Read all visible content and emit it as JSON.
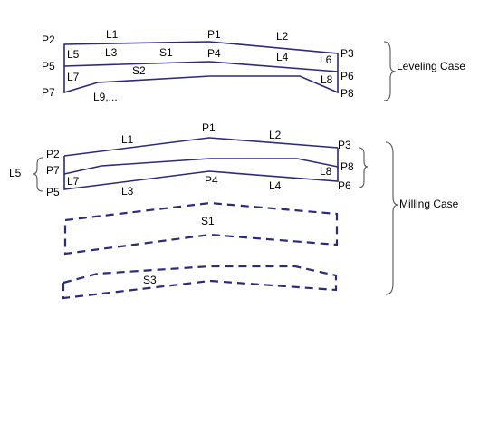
{
  "colors": {
    "line": "#2b2a7e",
    "brace": "#555555",
    "text": "#000000",
    "background": "#ffffff"
  },
  "leveling": {
    "case_label": "Leveling Case",
    "labels": {
      "p1": "P1",
      "p2": "P2",
      "p3": "P3",
      "p4": "P4",
      "p5": "P5",
      "p6": "P6",
      "p7": "P7",
      "p8": "P8",
      "l1": "L1",
      "l2": "L2",
      "l3": "L3",
      "l4": "L4",
      "l5": "L5",
      "l6": "L6",
      "l7": "L7",
      "l8": "L8",
      "l9": "L9,...",
      "s1": "S1",
      "s2": "S2"
    }
  },
  "milling": {
    "case_label": "Milling Case",
    "labels": {
      "p1": "P1",
      "p2": "P2",
      "p3": "P3",
      "p4": "P4",
      "p5": "P5",
      "p6": "P6",
      "p7": "P7",
      "p8": "P8",
      "l1": "L1",
      "l2": "L2",
      "l3": "L3",
      "l4": "L4",
      "l5": "L5",
      "l7": "L7",
      "l8": "L8",
      "s1": "S1",
      "s3": "S3"
    }
  }
}
